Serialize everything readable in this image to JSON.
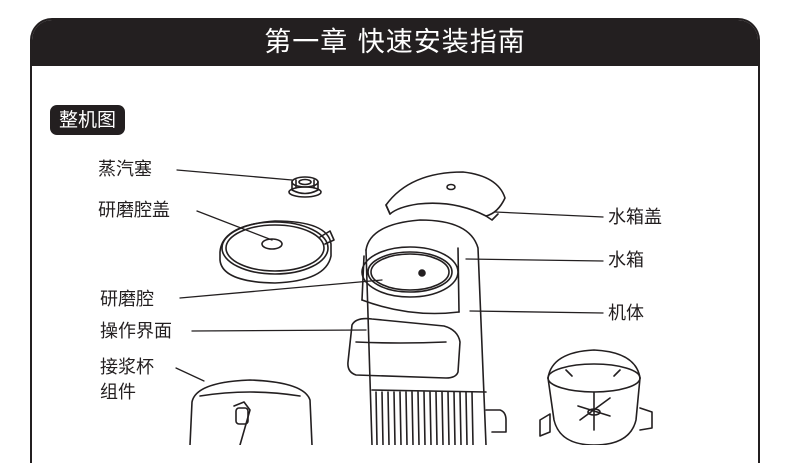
{
  "header": {
    "title": "第一章  快速安装指南"
  },
  "section": {
    "tag": "整机图"
  },
  "callouts": {
    "steam_plug": "蒸汽塞",
    "grinding_lid": "研磨腔盖",
    "grinding_chamber": "研磨腔",
    "control_panel": "操作界面",
    "cup_line1": "接浆杯",
    "cup_line2": "组件",
    "tank_lid": "水箱盖",
    "water_tank": "水箱",
    "body": "机体"
  },
  "colors": {
    "ink": "#231f20",
    "background": "#ffffff"
  }
}
